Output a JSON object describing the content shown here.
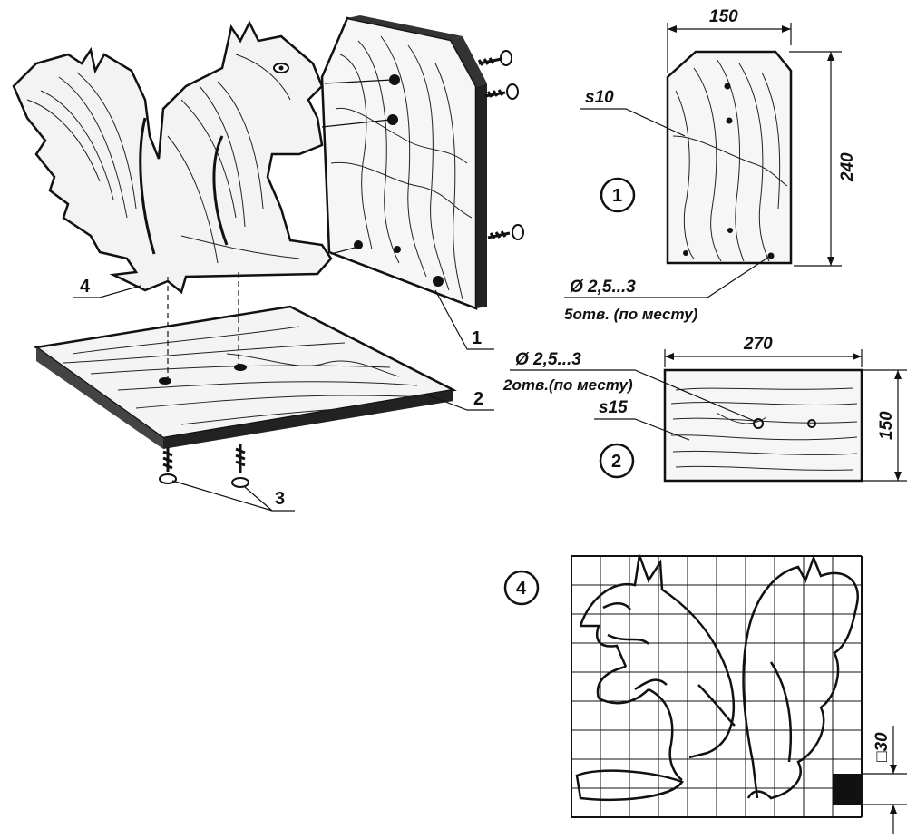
{
  "labels": {
    "part1": "1",
    "part2": "2",
    "part3": "3",
    "part4": "4",
    "view1_circle": "1",
    "view2_circle": "2",
    "view4_circle": "4"
  },
  "dims": {
    "v1_width": "150",
    "v1_height": "240",
    "v1_thickness": "s10",
    "v1_hole_dia": "Ø 2,5...3",
    "v1_hole_note": "5отв. (по месту)",
    "v2_width": "270",
    "v2_height": "150",
    "v2_thickness": "s15",
    "v2_hole_dia": "Ø 2,5...3",
    "v2_hole_note": "2отв.(по месту)",
    "grid_cell": "□30"
  }
}
